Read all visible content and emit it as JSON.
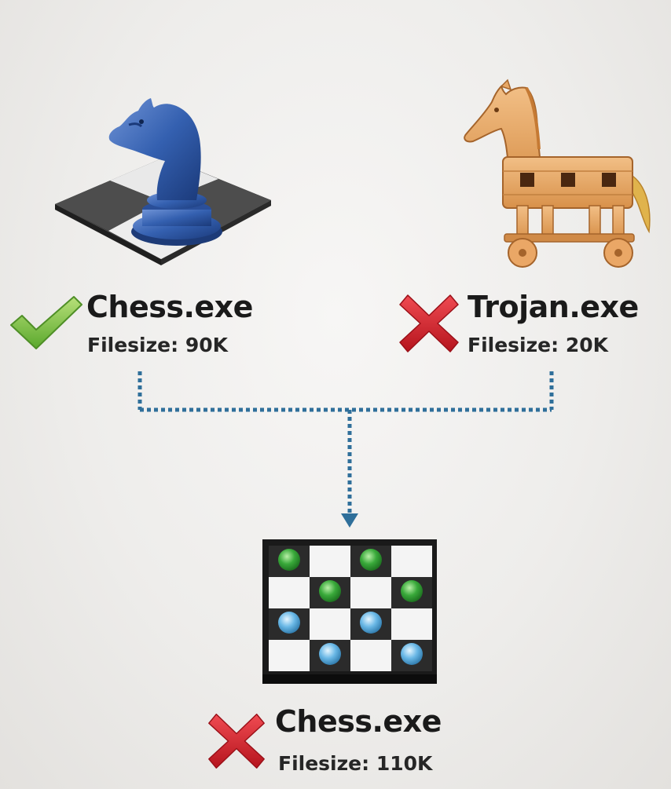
{
  "nodes": {
    "chess": {
      "name": "Chess.exe",
      "filesize": "Filesize:  90K",
      "status": "valid",
      "icon": "chess-knight-icon"
    },
    "trojan": {
      "name": "Trojan.exe",
      "filesize": "Filesize: 20K",
      "status": "invalid",
      "icon": "trojan-horse-icon"
    },
    "infected": {
      "name": "Chess.exe",
      "filesize": "Filesize: 110K",
      "status": "invalid",
      "icon": "checkers-board-icon"
    }
  },
  "colors": {
    "check": "#7dc142",
    "cross": "#d9232e",
    "connector": "#2f6f9a",
    "knight": "#2e59a8",
    "horse": "#e6a35c"
  }
}
